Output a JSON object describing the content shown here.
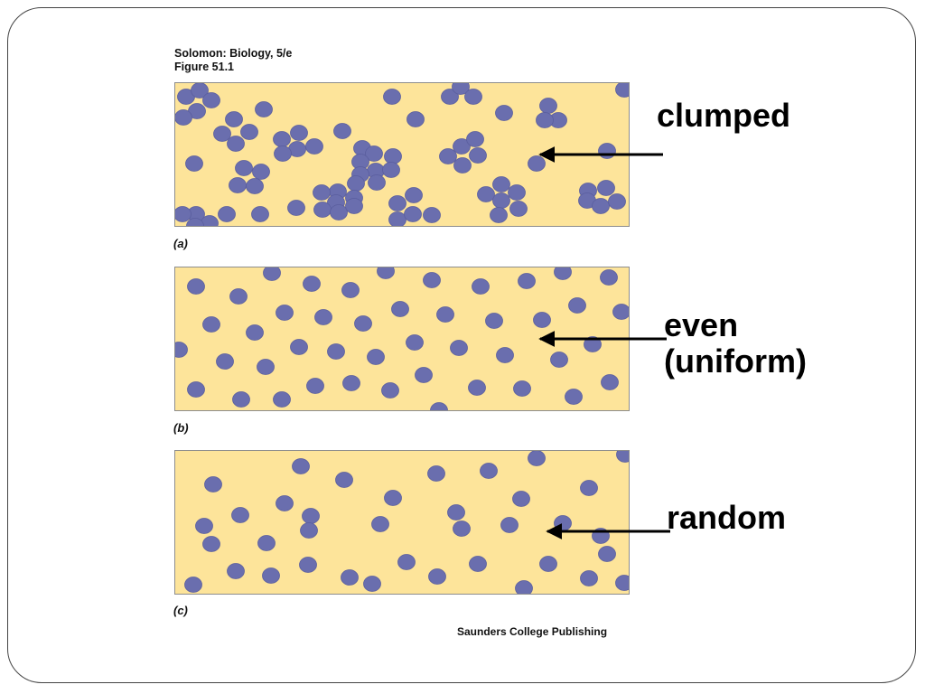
{
  "caption": {
    "line1": "Solomon: Biology, 5/e",
    "line2": "Figure 51.1"
  },
  "colors": {
    "panel_fill": "#fde49a",
    "dot_fill": "#6a6eae",
    "dot_stroke": "#5a5e9e"
  },
  "panels": [
    {
      "letter": "(a)",
      "label": "clumped"
    },
    {
      "letter": "(b)",
      "label_line1": "even",
      "label_line2": "(uniform)"
    },
    {
      "letter": "(c)",
      "label": "random"
    }
  ],
  "publisher": "Saunders College Publishing"
}
